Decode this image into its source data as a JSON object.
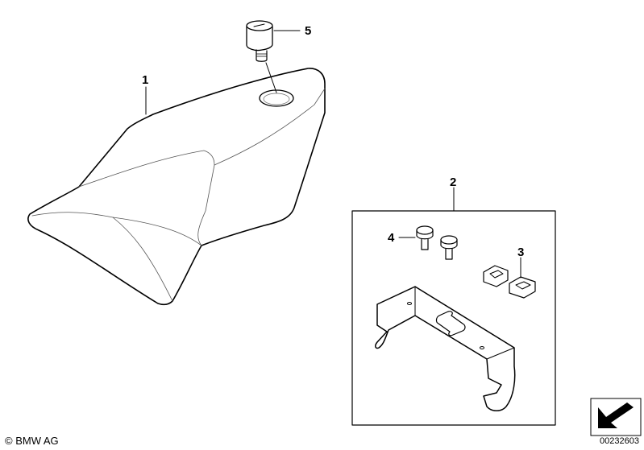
{
  "callouts": [
    "1",
    "2",
    "3",
    "4",
    "5"
  ],
  "footer": {
    "copyright_symbol": "©",
    "copyright_text": "BMW AG",
    "diagram_code": "00232603"
  },
  "icons": {
    "direction_icon": "arrow-nav-icon"
  }
}
